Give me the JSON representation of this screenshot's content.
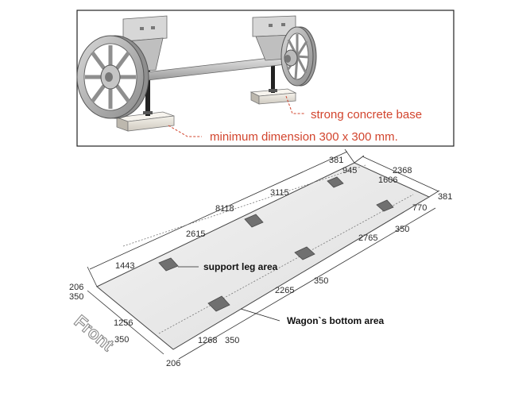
{
  "top_panel": {
    "callout_base": "strong concrete base",
    "callout_dimension": "minimum dimension 300 x 300 mm."
  },
  "plan": {
    "label_support": "support leg area",
    "label_bottom": "Wagon`s bottom area",
    "label_front": "Front",
    "dims": {
      "d381_top": "381",
      "d2368": "2368",
      "d945": "945",
      "d1606": "1606",
      "d381_right": "381",
      "d3115": "3115",
      "d8118": "8118",
      "d770": "770",
      "d2615": "2615",
      "d350_right": "350",
      "d2765": "2765",
      "d1443": "1443",
      "d350_mid": "350",
      "d206_top": "206",
      "d350_left": "350",
      "d2265": "2265",
      "d1256": "1256",
      "d350_low": "350",
      "d1268": "1268",
      "d350_bottom": "350",
      "d206_bottom": "206"
    }
  },
  "colors": {
    "callout": "#d2452e",
    "pad": "#6e6e6e",
    "plate": "#ececec",
    "frame": "#222222"
  }
}
